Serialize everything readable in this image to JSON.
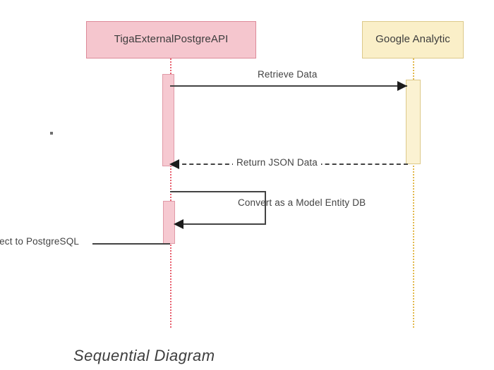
{
  "diagram": {
    "caption": "Sequential Diagram",
    "participants": [
      {
        "id": "api",
        "label": "TigaExternalPostgreAPI",
        "fill": "#f5c6ce",
        "border": "#dd8a99",
        "lifeline_color": "#e8606f"
      },
      {
        "id": "ga",
        "label": "Google Analytic",
        "fill": "#faefc8",
        "border": "#ddc98a",
        "lifeline_color": "#e2b94d"
      }
    ],
    "messages": [
      {
        "id": "retrieve-data",
        "label": "Retrieve Data",
        "from": "api",
        "to": "ga",
        "style": "solid",
        "direction": "right"
      },
      {
        "id": "return-json-data",
        "label": "Return JSON Data",
        "from": "ga",
        "to": "api",
        "style": "dashed",
        "direction": "left"
      },
      {
        "id": "convert-model-entity",
        "label": "Convert as a Model Entity DB",
        "from": "api",
        "to": "api",
        "style": "solid",
        "direction": "self"
      },
      {
        "id": "inject-postgresql",
        "label": "ject to PostgreSQL",
        "from": "api",
        "to": "api",
        "style": "solid",
        "direction": "left-clipped"
      }
    ],
    "line_color": "#434343",
    "arrow_color": "#1c1c1c"
  }
}
